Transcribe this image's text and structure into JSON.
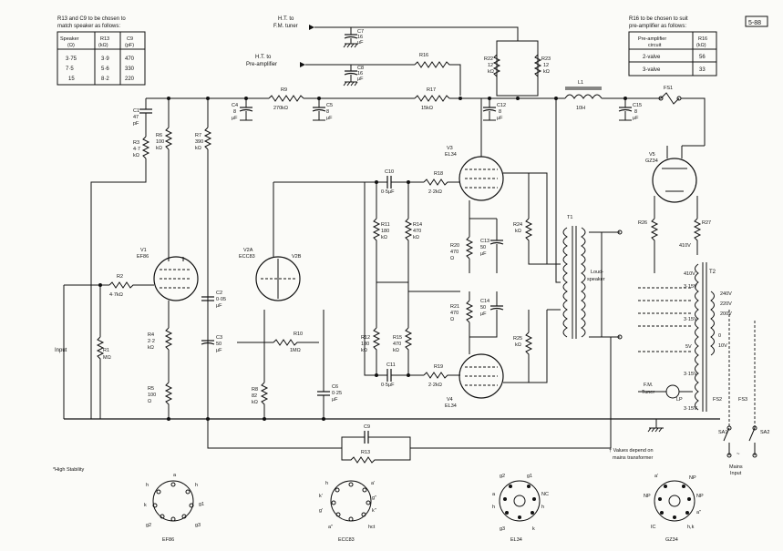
{
  "sheet_ref": "5-88",
  "tables": {
    "speaker": {
      "title_line1": "R13 and C9 to be chosen to",
      "title_line2": "match speaker as follows:",
      "headers": [
        "Speaker (Ω)",
        "R13 (kΩ)",
        "C9 (pF)"
      ],
      "header_l1": [
        "Speaker",
        "R13",
        "C9"
      ],
      "header_l2": [
        "(Ω)",
        "(kΩ)",
        "(pF)"
      ],
      "rows": [
        [
          "3·75",
          "3·9",
          "470"
        ],
        [
          "7·5",
          "5·6",
          "330"
        ],
        [
          "15",
          "8·2",
          "220"
        ]
      ]
    },
    "preamp": {
      "title_line1": "R16 to be chosen to suit",
      "title_line2": "pre-amplifier as follows:",
      "header_l1": [
        "Pre-amplifier",
        "R16"
      ],
      "header_l2": [
        "circuit",
        "(kΩ)"
      ],
      "rows": [
        [
          "2-valve",
          "56"
        ],
        [
          "3-valve",
          "33"
        ]
      ]
    }
  },
  "supply_labels": {
    "ht_tuner_1": "H.T. to",
    "ht_tuner_2": "F.M. tuner",
    "ht_pre_1": "H.T. to",
    "ht_pre_2": "Pre-amplifier"
  },
  "components": {
    "C7": "C7",
    "C7v": "16",
    "C7u": "μF",
    "C8": "C8",
    "C8v": "16",
    "C8u": "μF",
    "R16": "R16",
    "R22": "R22",
    "R22v": "12",
    "R22u": "kΩ",
    "R23": "R23",
    "R23v": "12",
    "R23u": "kΩ",
    "R9": "R9",
    "R9v": "270kΩ",
    "R17": "R17",
    "R17v": "15kΩ",
    "C4": "C4",
    "C4v": "8",
    "C4u": "μF",
    "C5": "C5",
    "C5v": "8",
    "C5u": "μF",
    "C12": "C12",
    "C12v": "8",
    "C12u": "μF",
    "L1": "L1",
    "L1v": "10H",
    "C15": "C15",
    "C15v": "8",
    "C15u": "μF",
    "FS1": "FS1",
    "C1": "C1",
    "C1v": "47",
    "C1u": "pF",
    "R3": "R3",
    "R3v": "4·7",
    "R3u": "kΩ",
    "R6": "R6",
    "R6v": "100",
    "R6u": "kΩ",
    "R7": "R7",
    "R7v": "390",
    "R7u": "kΩ",
    "C10": "C10",
    "C10v": "0·5μF",
    "R18": "R18",
    "R18v": "2·2kΩ",
    "V3": "V3",
    "V3t": "EL34",
    "V5": "V5",
    "V5t": "GZ34",
    "R11": "R11",
    "R11v": "180",
    "R11u": "kΩ",
    "R14": "R14",
    "R14v": "470",
    "R14u": "kΩ",
    "R24": "R24",
    "R24u": "kΩ",
    "T1": "T1",
    "R26": "R26",
    "R27": "R27",
    "V1": "V1",
    "V1t": "EF86",
    "V2A": "V2A",
    "V2At": "ECC83",
    "V2B": "V2B",
    "R20": "R20",
    "R20v": "470",
    "R20u": "Ω",
    "C13": "C13",
    "C13v": "50",
    "C13u": "μF",
    "R2": "R2",
    "R2v": "4·7kΩ",
    "C2": "C2",
    "C2v": "0·05",
    "C2u": "μF",
    "R21": "R21",
    "R21v": "470",
    "R21u": "Ω",
    "C14": "C14",
    "C14v": "50",
    "C14u": "μF",
    "R1": "R1",
    "R1u": "MΩ",
    "R10": "R10",
    "R10v": "1MΩ",
    "R4": "R4",
    "R4v": "2·2",
    "R4u": "kΩ",
    "C3": "C3",
    "C3v": "50",
    "C3u": "μF",
    "R12": "R12",
    "R12v": "180",
    "R12u": "kΩ",
    "R15": "R15",
    "R15v": "470",
    "R15u": "kΩ",
    "R25": "R25",
    "R25u": "kΩ",
    "R5": "R5",
    "R5v": "100",
    "R5u": "Ω",
    "R8": "R8",
    "R8v": "82",
    "R8u": "kΩ",
    "C6": "C6",
    "C6v": "0·25",
    "C6u": "μF",
    "C11": "C11",
    "C11v": "0·5μF",
    "R19": "R19",
    "R19v": "2·2kΩ",
    "V4": "V4",
    "V4t": "EL34",
    "C9": "C9",
    "R13": "R13",
    "T2": "T2",
    "FS2": "FS2",
    "FS3": "FS3",
    "SA1": "SA1",
    "SA2": "SA2"
  },
  "misc_labels": {
    "input": "Input",
    "loudspeaker_1": "Loud-",
    "loudspeaker_2": "speaker",
    "fm_tuner_1": "F.M.",
    "fm_tuner_2": "Tuner",
    "lp": "LP",
    "mains_1": "Mains",
    "mains_2": "Input",
    "footnote_hs": "*High Stability",
    "footnote_values_1": "† Values depend on",
    "footnote_values_2": "mains transformer",
    "t2_taps": [
      "410V",
      "410V",
      "3·15V",
      "240V",
      "220V",
      "200V",
      "3·15V",
      "5V",
      "0",
      "10V",
      "3·15V",
      "3·15V"
    ]
  },
  "base_diagrams": [
    {
      "name": "EF86",
      "pins": [
        "h",
        "h",
        "a",
        "k",
        "g1",
        "g2",
        "g3"
      ]
    },
    {
      "name": "ECC83",
      "pins": [
        "h",
        "a'",
        "k'",
        "g'",
        "g''",
        "k''",
        "a''",
        "hct",
        "h"
      ]
    },
    {
      "name": "EL34",
      "pins": [
        "g2",
        "g1",
        "NC",
        "h",
        "h",
        "g3",
        "a",
        "k"
      ]
    },
    {
      "name": "GZ34",
      "pins": [
        "a'",
        "NP",
        "NP",
        "NP",
        "IC",
        "h,k",
        "a''"
      ]
    }
  ]
}
